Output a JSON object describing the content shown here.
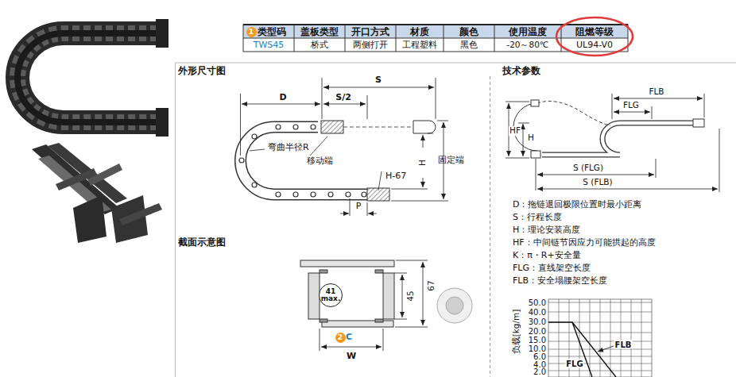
{
  "diagram": {
    "nodes": [
      {
        "text": [
          "1"
        ]
      },
      {
        "text": [
          "2"
        ]
      },
      {
        "text": [
          "41 max."
        ]
      }
    ],
    "labels": [
      "类型码",
      "盖板类型",
      "开口方式",
      "材质",
      "颜色",
      "使用温度",
      "阻燃等级",
      "TWS45",
      "桥式",
      "两侧打开",
      "工程塑料",
      "黑色",
      "-20～80℃",
      "UL94-V0",
      "外形尺寸图",
      "技术参数",
      "截面示意图",
      "D",
      "S/2",
      "S",
      "弯曲半径R",
      "移动端",
      "H-67",
      "H",
      "固定端",
      "P",
      "FLB",
      "FLG",
      "HF",
      "H",
      "S (FLG)",
      "S (FLB)",
      "D：拖链退回极限位置时最小距离",
      "S：行程长度",
      "H：理论安装高度",
      "HF：中间链节因应力可能拱起的高度",
      "K：π・R+安全量",
      "FLG：直线架空长度",
      "FLB：安全塌腰架空长度",
      "45",
      "67",
      "C",
      "W",
      "负载[kg/m]",
      "50.0",
      "40.0",
      "30.0",
      "20.0",
      "15.0",
      "10.0",
      "6.0",
      "4.0",
      "2.0",
      "FLB",
      "FLG"
    ]
  }
}
